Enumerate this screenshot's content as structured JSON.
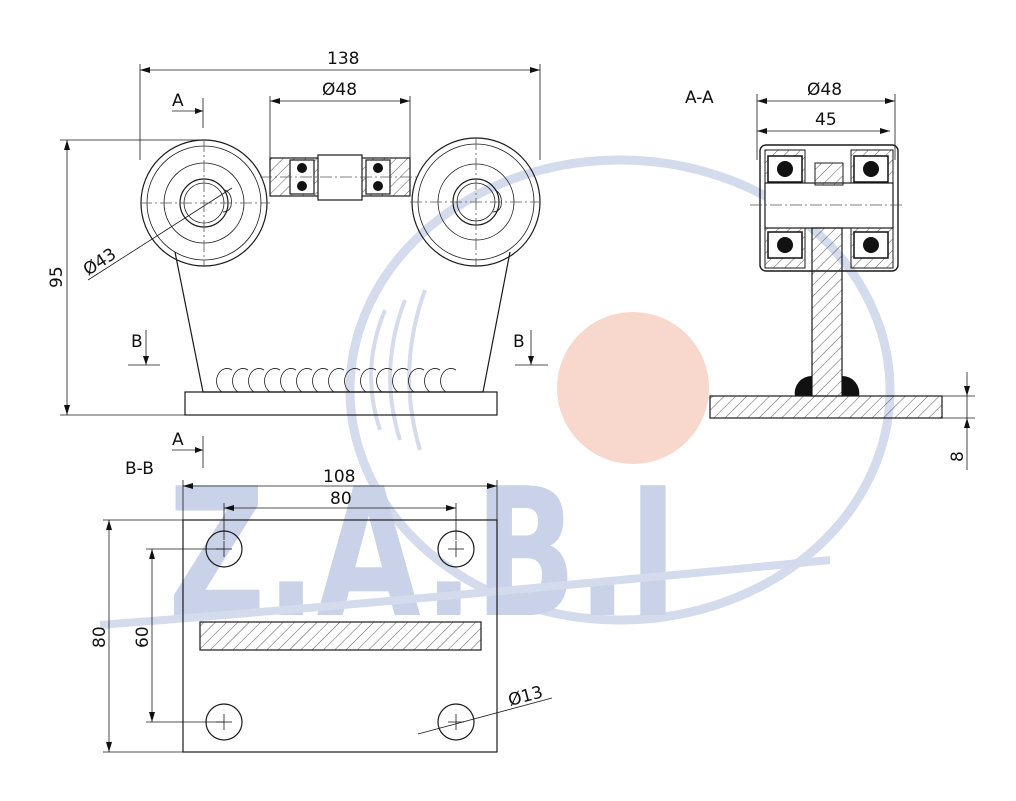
{
  "colors": {
    "line": "#1a1a1a",
    "watermark_blue": "#c9d2e8",
    "watermark_ring": "#d4dbec",
    "watermark_dot": "#f8d8cc",
    "hatch": "#333333"
  },
  "views": {
    "front": {
      "overall_width": "138",
      "wheel_diameter": "Ø48",
      "roller_diameter": "Ø43",
      "height": "95",
      "section_a_top": "A",
      "section_b_left": "B",
      "section_b_right": "B"
    },
    "section_aa": {
      "title": "A-A",
      "outer_diameter": "Ø48",
      "width": "45",
      "plate_thickness": "8"
    },
    "section_bb": {
      "title": "B-B",
      "section_a_mark": "A",
      "plate_width": "108",
      "hole_spacing_x": "80",
      "plate_height": "80",
      "hole_spacing_y": "60",
      "hole_diameter": "Ø13"
    }
  },
  "watermark": {
    "logo_text": "Z.A.B.I",
    "icon": "wifi-arc-icon"
  }
}
